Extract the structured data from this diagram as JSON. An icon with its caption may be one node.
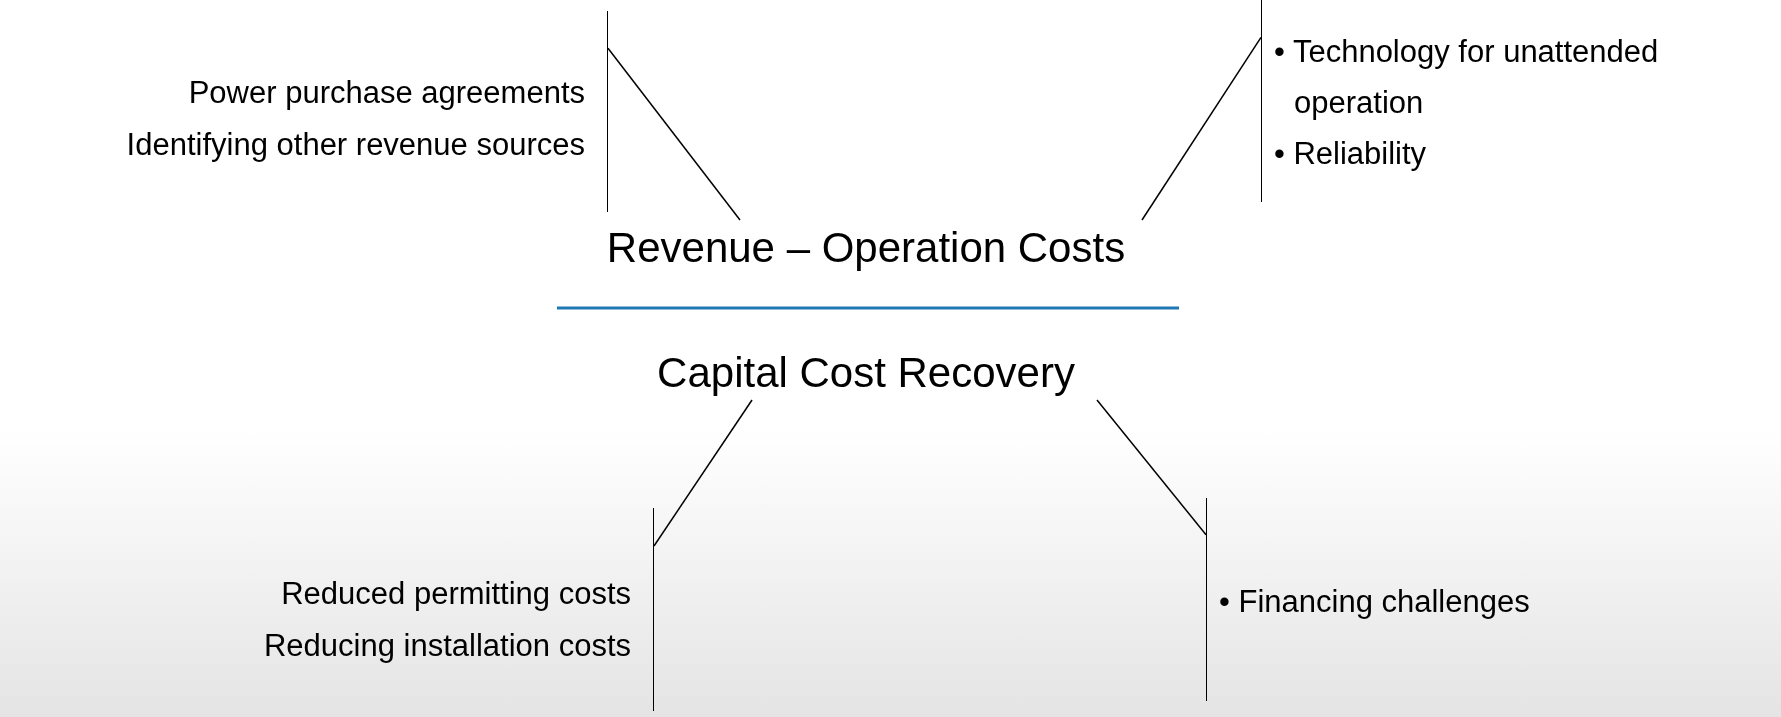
{
  "diagram": {
    "nodes": [
      {
        "text": [
          "Revenue – Operation Costs"
        ]
      },
      {
        "text": [
          "Capital Cost Recovery"
        ]
      },
      {
        "text": [
          "Power purchase agreements",
          "Identifying other revenue sources"
        ]
      },
      {
        "text": [
          "• Technology for unattended operation",
          "• Reliability"
        ]
      },
      {
        "text": [
          "Reduced permitting costs",
          "Reducing installation costs"
        ]
      },
      {
        "text": [
          "• Financing challenges"
        ]
      }
    ],
    "edges": [
      {
        "from": 2,
        "to": 0,
        "arrow": "none"
      },
      {
        "from": 3,
        "to": 0,
        "arrow": "none"
      },
      {
        "from": 4,
        "to": 1,
        "arrow": "none"
      },
      {
        "from": 5,
        "to": 1,
        "arrow": "none"
      }
    ]
  }
}
